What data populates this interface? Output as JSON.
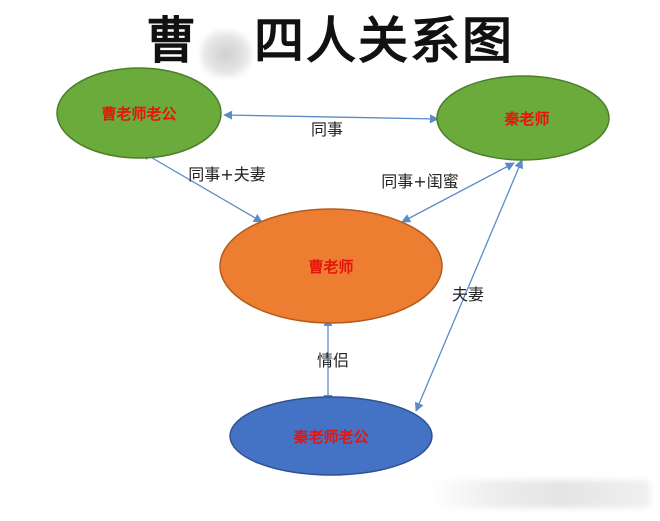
{
  "title": {
    "prefix": "曹",
    "suffix": "四人关系图"
  },
  "nodes": {
    "cao_husband": "曹老师老公",
    "qin": "秦老师",
    "cao": "曹老师",
    "qin_husband": "秦老师老公"
  },
  "edges": {
    "top": "同事",
    "left": "同事+夫妻",
    "right": "同事+闺蜜",
    "bottom": "情侣",
    "right_long": "夫妻"
  },
  "colors": {
    "green": "#6aab3c",
    "orange": "#ec7d31",
    "blue": "#4472c4",
    "node_text": "#e8140c",
    "arrow": "#5b8cc6"
  }
}
